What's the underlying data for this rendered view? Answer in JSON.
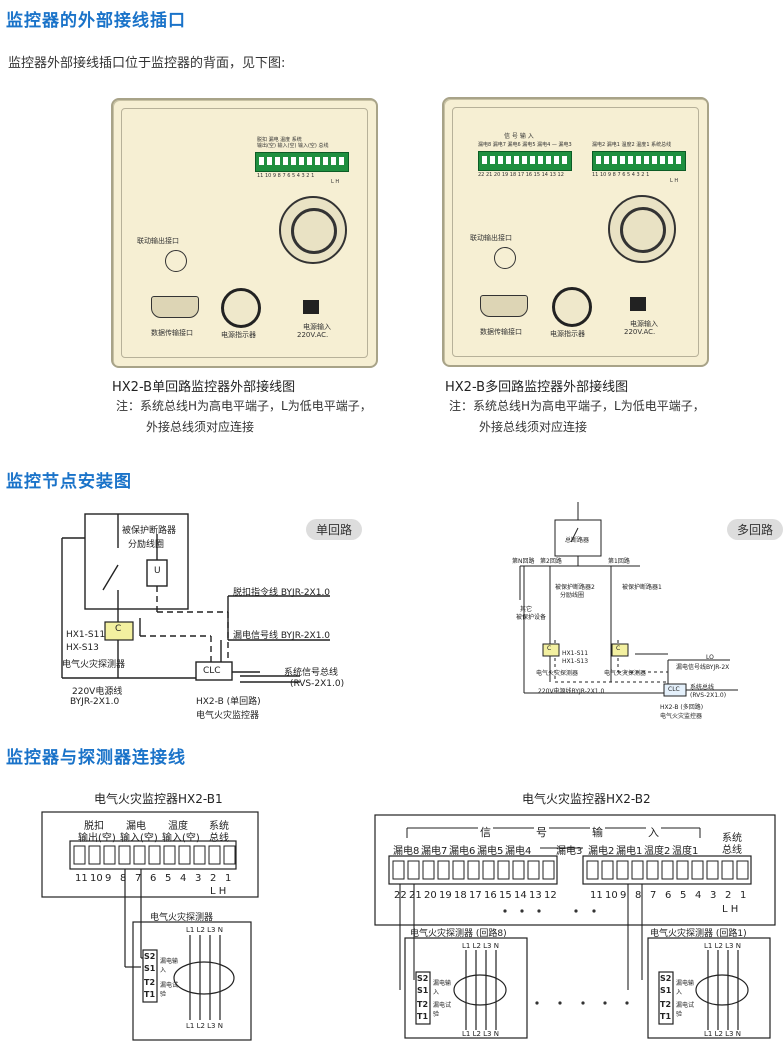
{
  "sec1": {
    "title": "监控器的外部接线插口",
    "intro": "监控器外部接线插口位于监控器的背面，见下图:",
    "single": {
      "caption": "HX2-B单回路监控器外部接线图",
      "note1": "注：系统总线H为高电平端子，L为低电平端子，",
      "note2": "外接总线须对应连接",
      "term_labels": "脱扣  漏电  温度  系统",
      "term_labels2": "输出(空) 输入(空) 输入(空) 总线",
      "term_nums": "11 10 9 8 7 6 5 4 3 2 1",
      "lh": "L  H",
      "linkage": "联动输出接口",
      "data_port": "数据传输接口",
      "power_switch": "电源指示器",
      "power_in1": "电源输入",
      "power_in2": "220V.AC."
    },
    "multi": {
      "caption": "HX2-B多回路监控器外部接线图",
      "note1": "注：系统总线H为高电平端子，L为低电平端子，",
      "note2": "外接总线须对应连接",
      "top_label": "信    号    输    入",
      "left_labels": "漏电8 漏电7 漏电6 漏电5 漏电4 — 漏电3",
      "right_labels": "漏电2 漏电1 温度2 温度1 系统总线",
      "left_nums": "22 21 20 19 18 17 16 15 14 13 12",
      "right_nums": "11 10 9 8 7 6 5 4 3 2 1",
      "lh": "L  H",
      "linkage": "联动输出接口",
      "data_port": "数据传输接口",
      "power_switch": "电源指示器",
      "power_in1": "电源输入",
      "power_in2": "220V.AC."
    }
  },
  "sec2": {
    "title": "监控节点安装图",
    "single": {
      "tag": "单回路",
      "breaker": "被保护断路器",
      "shunt": "分励线圈",
      "u": "U",
      "trip_cmd": "脱扣指令线  BYJR-2X1.0",
      "leak_sig": "漏电信号线  BYJR-2X1.0",
      "sensor1": "HX1-S11",
      "sensor2": "HX-S13",
      "sensor3": "电气火灾探测器",
      "power1": "220V电源线",
      "power2": "BYJR-2X1.0",
      "clc": "CLC",
      "mon1": "HX2-B (单回路)",
      "mon2": "电气火灾监控器",
      "bus1": "系统信号总线",
      "bus2": "(RVS-2X1.0)",
      "c": "C"
    },
    "multi": {
      "tag": "多回路",
      "main": "总断路器",
      "loop_n": "第N回路",
      "loop_2": "第2回路",
      "loop_1": "第1回路",
      "breaker2": "被保护断路器2",
      "breaker1": "被保护断路器1",
      "shunt": "分励线圈",
      "other": "其它",
      "loads": "被保护设备",
      "sensor_a": "HX1-S11",
      "sensor_b": "HX1-S13",
      "sensor_c": "电气火灾探测器",
      "leak": "漏电信号线BYJR-2X",
      "bus": "系统总线",
      "bus2": "(RVS-2X1.0)",
      "power": "220V电源线BYJR-2X1.0",
      "clc": "CLC",
      "mon1": "HX2-B (多回路)",
      "mon2": "电气火灾监控器",
      "c": "C",
      "lo": "LO"
    }
  },
  "sec3": {
    "title": "监控器与探测器连接线",
    "left": {
      "title": "电气火灾监控器HX2-B1",
      "lbl1": "脱扣",
      "lbl1b": "输出(空)",
      "lbl2": "漏电",
      "lbl2b": "输入(空)",
      "lbl3": "温度",
      "lbl3b": "输入(空)",
      "lbl4": "系统",
      "lbl4b": "总线",
      "nums": [
        "11",
        "10",
        "9",
        "8",
        "7",
        "6",
        "5",
        "4",
        "3",
        "2",
        "1"
      ],
      "lh": "L  H",
      "detector": "电气火灾探测器",
      "s2": "S2",
      "s1": "S1",
      "t2": "T2",
      "t1": "T1",
      "leak_in": "漏电输入",
      "leak_test": "漏电试验",
      "phases_top": "L1 L2 L3 N",
      "phases_bot": "L1 L2 L3 N"
    },
    "right": {
      "title": "电气火灾监控器HX2-B2",
      "top": [
        "信",
        "号",
        "输",
        "入"
      ],
      "sys": "系统",
      "sys2": "总线",
      "left_labels": [
        "漏电8",
        "漏电7",
        "漏电6",
        "漏电5",
        "漏电4"
      ],
      "mid_label": "漏电3",
      "right_labels": [
        "漏电2",
        "漏电1",
        "温度2",
        "温度1"
      ],
      "left_nums": [
        "22",
        "21",
        "20",
        "19",
        "18",
        "17",
        "16",
        "15",
        "14",
        "13",
        "12"
      ],
      "right_nums": [
        "11",
        "10",
        "9",
        "8",
        "7",
        "6",
        "5",
        "4",
        "3",
        "2",
        "1"
      ],
      "lh": "L  H",
      "det8": "电气火灾探测器 (回路8)",
      "det1": "电气火灾探测器 (回路1)",
      "s2": "S2",
      "s1": "S1",
      "t2": "T2",
      "t1": "T1",
      "leak_in": "漏电输入",
      "leak_test": "漏电试验",
      "phases_top": "L1 L2 L3 N",
      "phases_bot": "L1 L2 L3 N"
    }
  }
}
